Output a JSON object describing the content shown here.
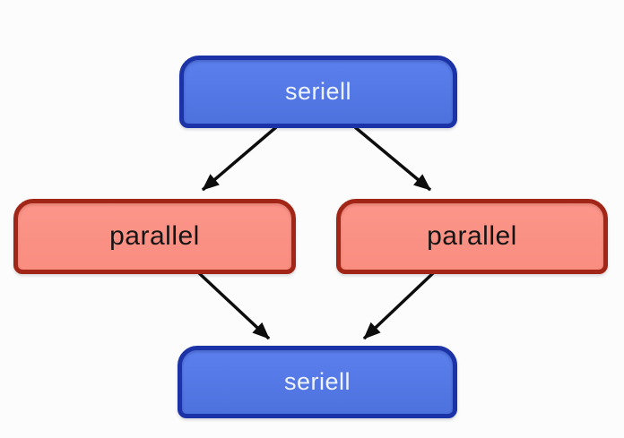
{
  "diagram": {
    "type": "flow-diagram",
    "background_color": "#fcfcfc",
    "arrow_color": "#0d0d0d",
    "nodes": {
      "seriell_top": {
        "label": "seriell",
        "fill": "#5176e4",
        "border_color": "#1c33a8",
        "text_color": "#eef3fd"
      },
      "parallel_left": {
        "label": "parallel",
        "fill": "#fb9084",
        "border_color": "#a12617",
        "text_color": "#151515"
      },
      "parallel_right": {
        "label": "parallel",
        "fill": "#fb9084",
        "border_color": "#a12617",
        "text_color": "#151515"
      },
      "seriell_bottom": {
        "label": "seriell",
        "fill": "#5176e4",
        "border_color": "#1c33a8",
        "text_color": "#eef3fd"
      }
    },
    "edges": [
      {
        "from": "seriell_top",
        "to": "parallel_left"
      },
      {
        "from": "seriell_top",
        "to": "parallel_right"
      },
      {
        "from": "parallel_left",
        "to": "seriell_bottom"
      },
      {
        "from": "parallel_right",
        "to": "seriell_bottom"
      }
    ]
  }
}
